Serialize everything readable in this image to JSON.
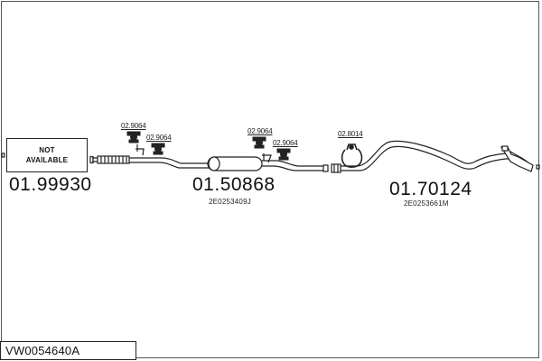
{
  "not_available": {
    "line1": "NOT",
    "line2": "AVAILABLE"
  },
  "parts": [
    {
      "code": "01.99930",
      "oe": ""
    },
    {
      "code": "01.50868",
      "oe": "2E0253409J"
    },
    {
      "code": "01.70124",
      "oe": "2E0253661M"
    }
  ],
  "fittings": [
    "02.9064",
    "02.9064",
    "02.9064",
    "02.9064",
    "02.8014"
  ],
  "set_code": "VW0054640A",
  "colors": {
    "line": "#222222",
    "background": "#ffffff"
  }
}
